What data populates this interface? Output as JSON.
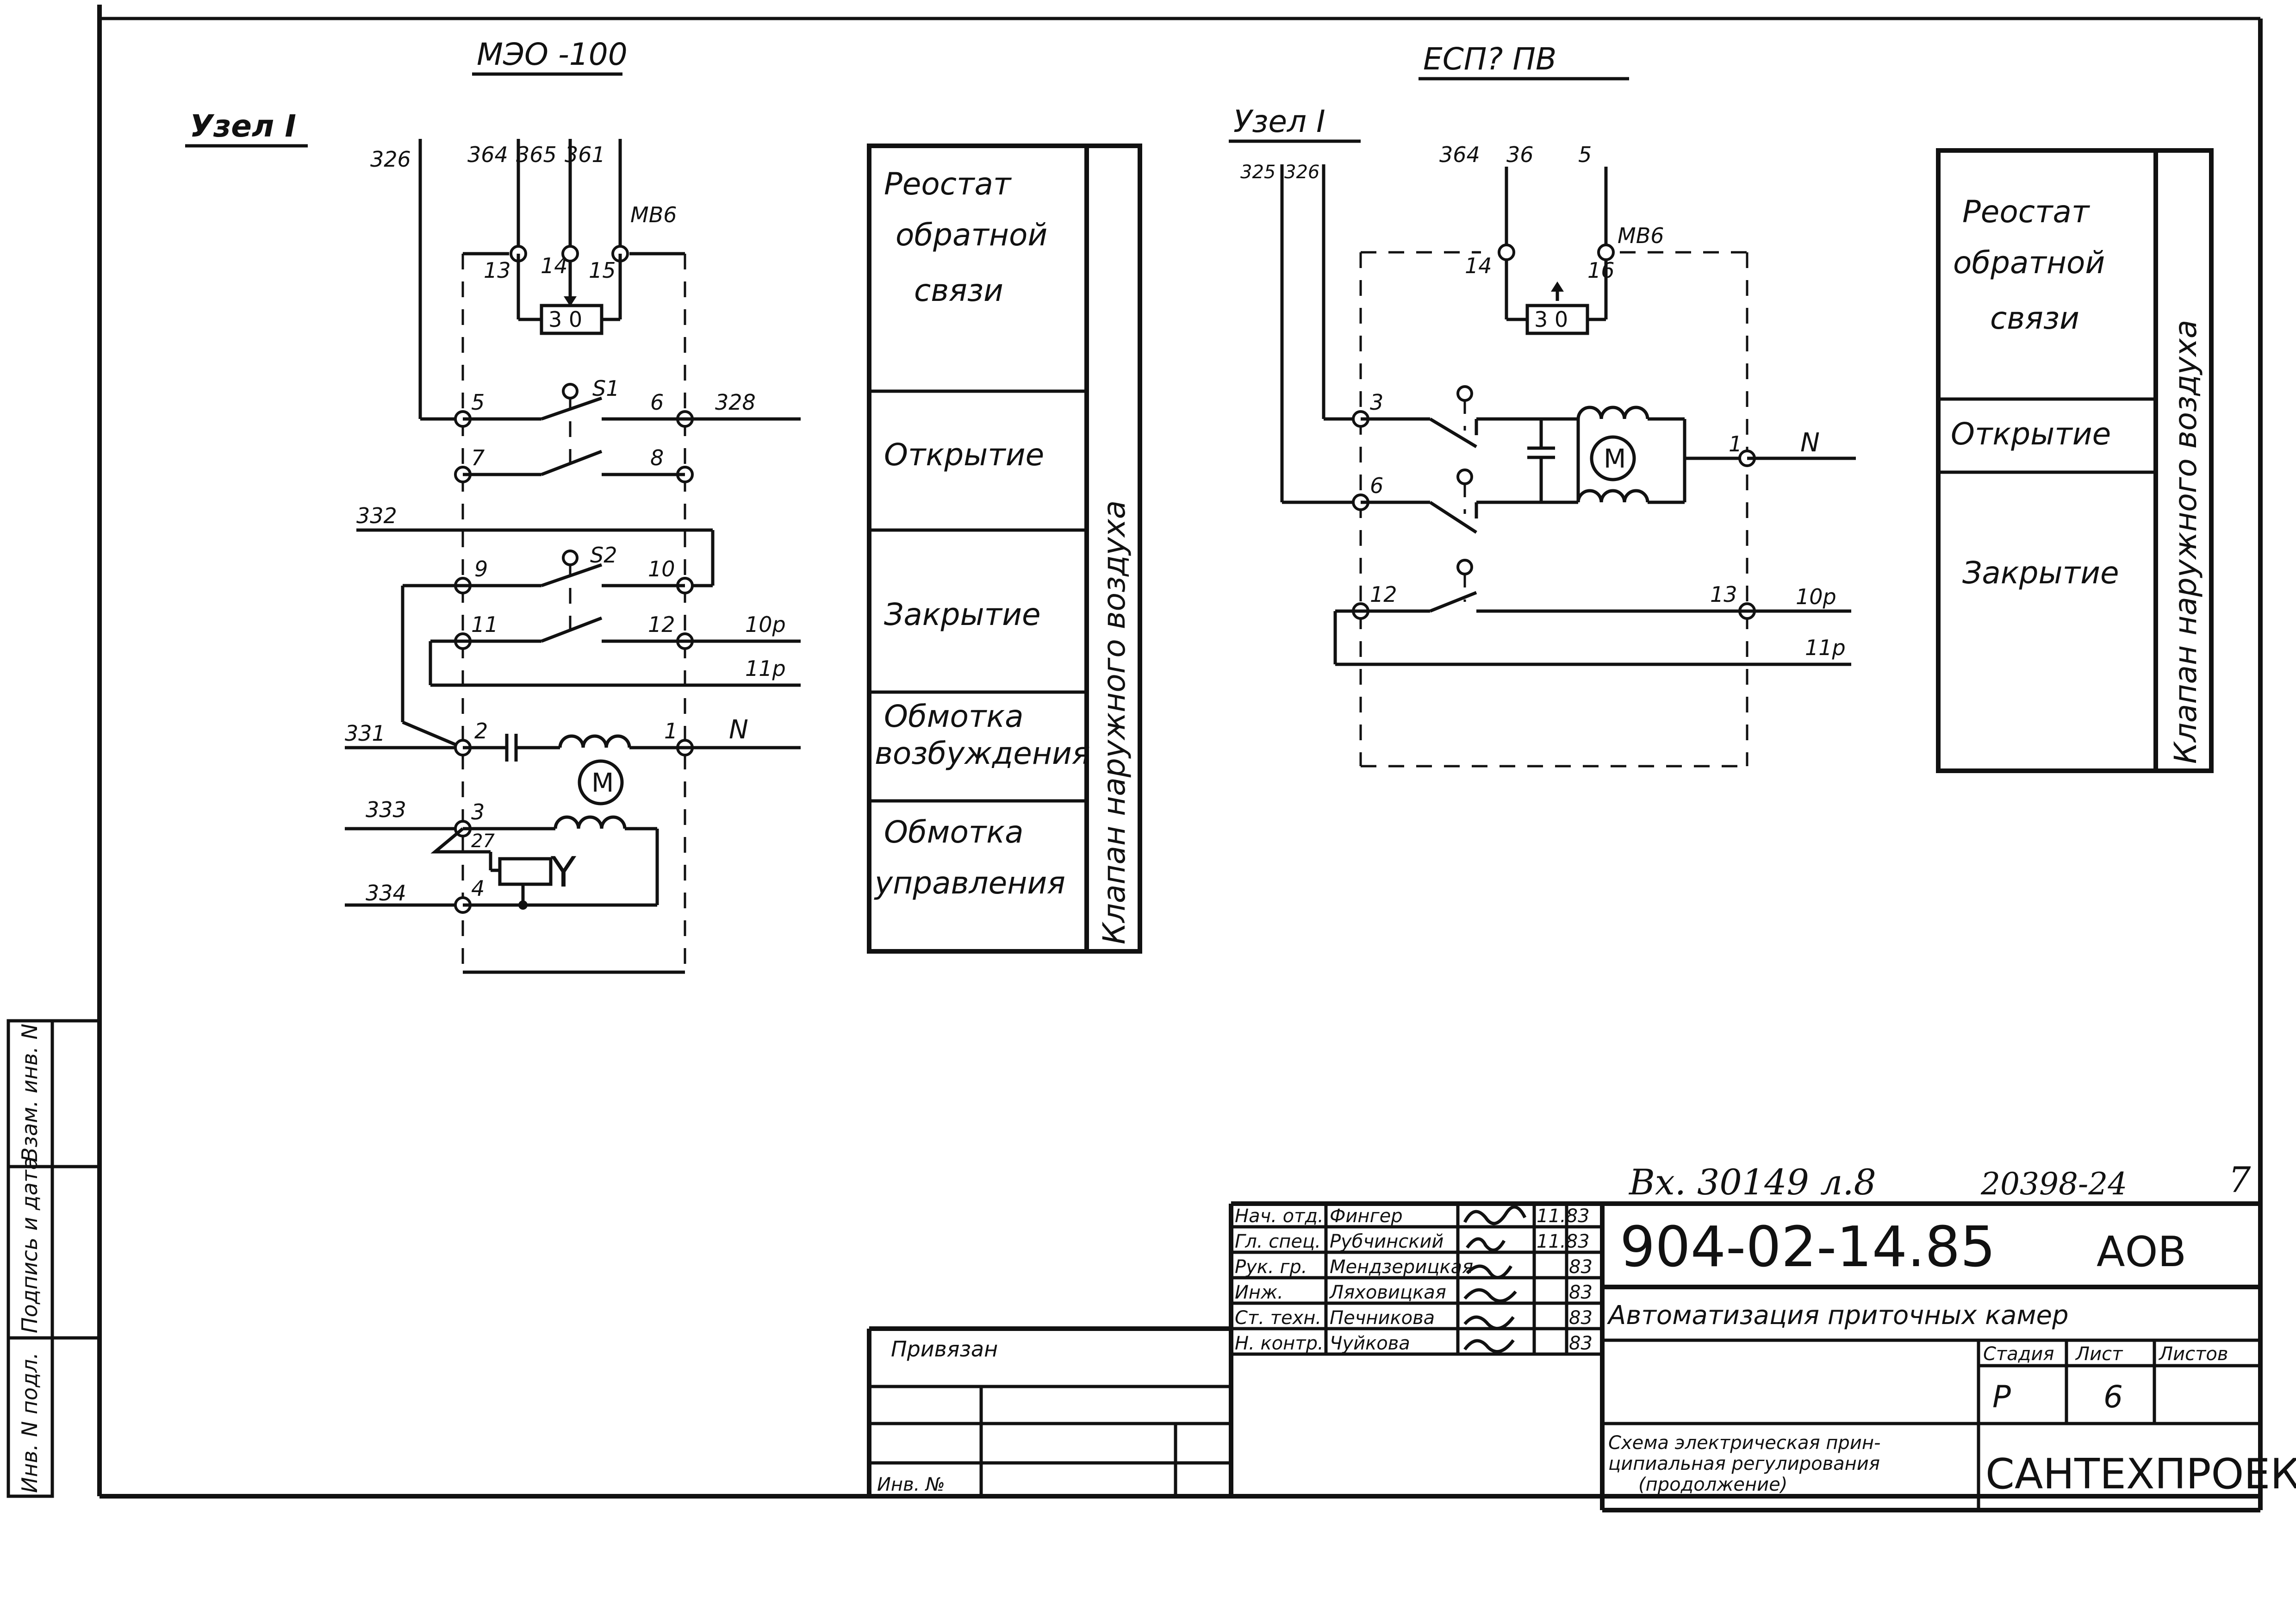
{
  "left": {
    "device_title": "МЭО -100",
    "node_label": "Узел I",
    "wires": {
      "w326": "326",
      "w364": "364",
      "w365": "365",
      "w361": "361",
      "mv6": "МВ6",
      "w328": "328",
      "w332": "332",
      "w10p": "10р",
      "w11p": "11р",
      "w331": "331",
      "wN": "N",
      "w333": "333",
      "w334": "334"
    },
    "terminals": {
      "t13": "13",
      "t14": "14",
      "t15": "15",
      "t5": "5",
      "t6": "6",
      "t7": "7",
      "t8": "8",
      "t9": "9",
      "t10": "10",
      "t11": "11",
      "t12": "12",
      "t2": "2",
      "t1": "1",
      "t3": "3",
      "t27": "27",
      "t4": "4"
    },
    "resistor_label": "3 0",
    "switches": {
      "s1": "S1",
      "s2": "S2"
    },
    "motor": "M",
    "coil": "Y"
  },
  "left_table": {
    "rows": [
      "Реостат обратной связи",
      "Открытие",
      "Закрытие",
      "Обмотка возбуждения",
      "Обмотка управления"
    ],
    "side_label": "Клапан наружного воздуха"
  },
  "right": {
    "device_title": "ЕСП?  ПВ",
    "node_label": "Узел I",
    "wires": {
      "w325": "325",
      "w326": "326",
      "w364": "364",
      "w36": "36",
      "w5": "5",
      "mv6": "МВ6",
      "wN": "N",
      "w10p": "10р",
      "w11p": "11р"
    },
    "terminals": {
      "t14": "14",
      "t16": "16",
      "t3": "3",
      "t6": "6",
      "t1": "1",
      "t12": "12",
      "t13": "13"
    },
    "resistor_label": "3 0",
    "motor": "M"
  },
  "right_table": {
    "rows": [
      "Реостат обратной связи",
      "Открытие",
      "Закрытие"
    ],
    "side_label": "Клапан наружного воздуха"
  },
  "stamp": {
    "inv_number": "Вх. 30149 л.8",
    "order_number": "20398-24",
    "sheet_corner": "7",
    "doc_code": "904-02-14.85",
    "mark": "АОВ",
    "project_title": "Автоматизация приточных камер",
    "sheet_title": "Схема электрическая принципиальная регулирования (продолжение)",
    "stage_header": "Стадия",
    "sheet_header": "Лист",
    "sheets_header": "Листов",
    "stage": "Р",
    "sheet": "6",
    "organization": "САНТЕХПРОЕКТ",
    "signatures": [
      {
        "role": "Нач. отд.",
        "name": "Фингер",
        "date": "11.83"
      },
      {
        "role": "Гл. спец.",
        "name": "Рубчинский",
        "date": "11.83"
      },
      {
        "role": "Рук. гр.",
        "name": "Мендзерицкая",
        "date": "83"
      },
      {
        "role": "Инж.",
        "name": "Ляховицкая",
        "date": "83"
      },
      {
        "role": "Ст. техн.",
        "name": "Печникова",
        "date": "83"
      },
      {
        "role": "Н. контр.",
        "name": "Чуйкова",
        "date": "83"
      }
    ],
    "binding_label": "Привязан",
    "inv_label": "Инв. №"
  },
  "side_columns": [
    "Инв. N подл.",
    "Подпись и дата",
    "Взам. инв. N"
  ]
}
